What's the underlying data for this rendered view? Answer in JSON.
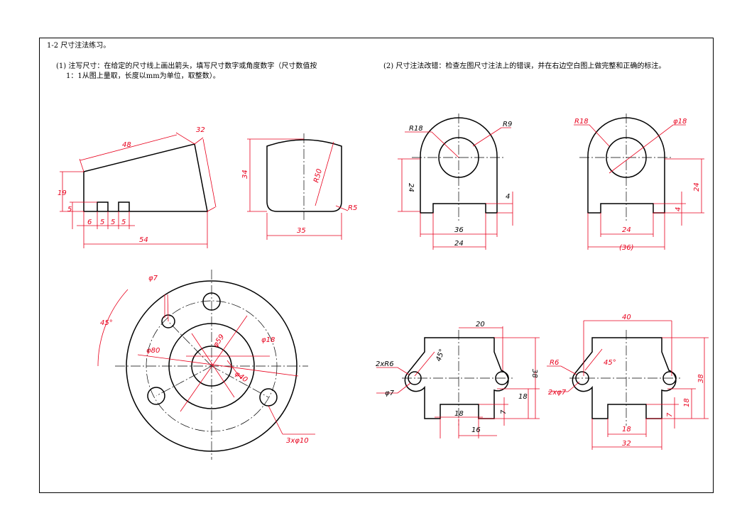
{
  "header": {
    "section_title": "1-2 尺寸注法练习。",
    "task1_line1": "(1) 注写尺寸：在给定的尺寸线上画出箭头，填写尺寸数字或角度数字（尺寸数值按",
    "task1_line2": "1：1从图上量取，长度以mm为单位，取整数）。",
    "task2": "(2) 尺寸注法改错：检查左图尺寸注法上的错误，并在右边空白图上做完整和正确的标注。"
  },
  "colors": {
    "dimension": "#e8001c",
    "outline": "#000000",
    "border": "#000000"
  },
  "dims": {
    "wedge": {
      "top": "48",
      "slant": "32",
      "height": "19",
      "slot_h": "5",
      "d1": "6",
      "d2": "5",
      "d3": "5",
      "d4": "5",
      "base": "54"
    },
    "block": {
      "height": "34",
      "radius_big": "R50",
      "radius_small": "R5",
      "width": "35"
    },
    "flange": {
      "angle": "45°",
      "hole_small": "φ7",
      "pcd": "φ80",
      "bore": "φ59",
      "inner": "φ18",
      "ring": "φ40",
      "holes": "3xφ10"
    },
    "ucomp_wrong": {
      "r_outer": "R18",
      "r_hole": "R9",
      "height": "24",
      "slot_h": "4",
      "w1": "36",
      "w2": "24"
    },
    "ucomp_right": {
      "r_outer": "R18",
      "d_hole": "φ18",
      "height": "24",
      "slot_h": "4",
      "w1": "24",
      "w2": "(36)"
    },
    "bracket_wrong": {
      "top": "20",
      "radius": "2xR6",
      "angle": "45°",
      "hole": "φ7",
      "height": "38",
      "lower": "18",
      "slot_h": "7",
      "slot_w": "18",
      "base": "16"
    },
    "bracket_right": {
      "top": "40",
      "radius": "R6",
      "angle": "45°",
      "hole": "2xφ7",
      "height": "38",
      "lower": "18",
      "slot_h": "7",
      "slot_w": "18",
      "base": "32"
    }
  }
}
